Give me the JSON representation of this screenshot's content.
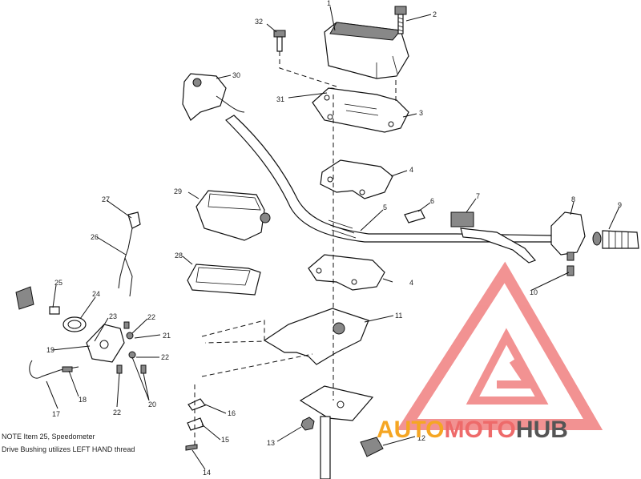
{
  "callouts": [
    "1",
    "2",
    "3",
    "4",
    "4",
    "5",
    "6",
    "7",
    "8",
    "9",
    "10",
    "11",
    "12",
    "13",
    "14",
    "15",
    "16",
    "17",
    "18",
    "19",
    "20",
    "21",
    "22",
    "22",
    "22",
    "23",
    "24",
    "25",
    "26",
    "27",
    "28",
    "29",
    "30",
    "31",
    "32"
  ],
  "notes": {
    "line1": "NOTE  Item 25, Speedometer",
    "line2": "Drive Bushing utilizes LEFT HAND thread"
  },
  "watermark": {
    "text_auto": "AUTO",
    "text_moto": "MOTO",
    "text_hub": "HUB",
    "color_triangle": "#f08080",
    "color_auto": "#f5a623",
    "color_moto": "#ee6a6a",
    "color_hub": "#555555"
  }
}
